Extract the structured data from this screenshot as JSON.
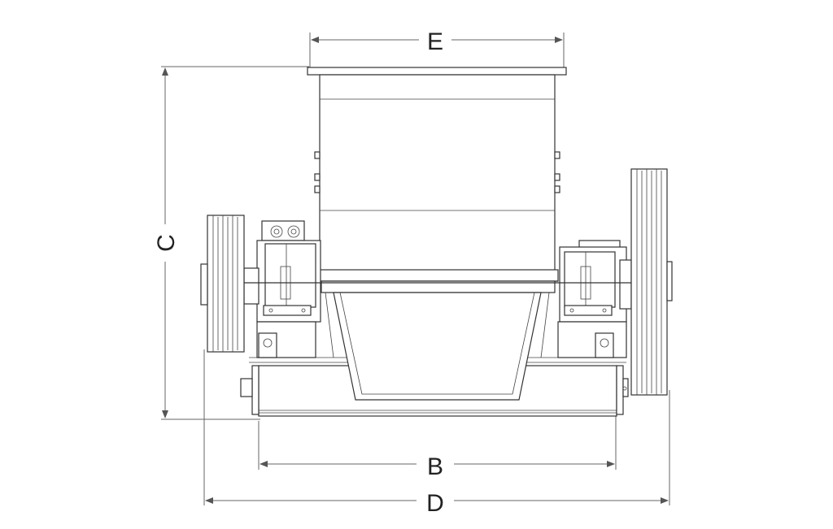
{
  "dimensions": {
    "E": "E",
    "C": "C",
    "B": "B",
    "D": "D"
  },
  "colors": {
    "line": "#333333",
    "dimension_line": "#666666",
    "background": "#ffffff"
  }
}
